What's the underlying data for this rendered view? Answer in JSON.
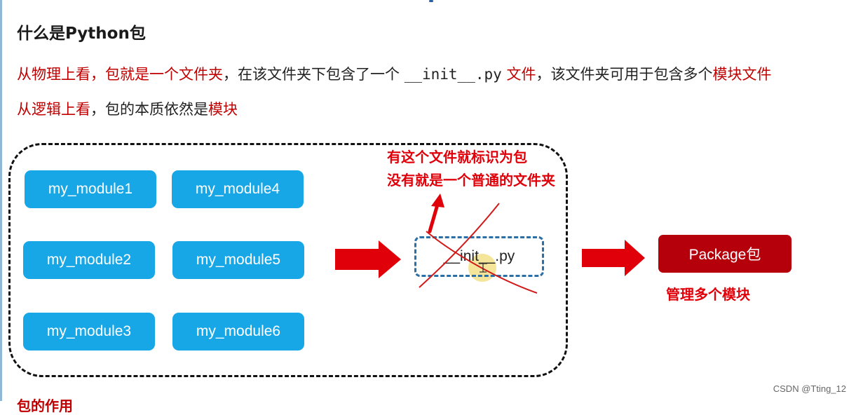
{
  "slide": {
    "title": "什么是Python包",
    "line1": {
      "t1": "从物理上看，包就是一个",
      "t2": "文件夹",
      "t3": "，在该文件夹下包含了一个 ",
      "t4": "__init__.py",
      "t5": " 文件",
      "t6": "，该文件夹可用于包含多个",
      "t7": "模块文件"
    },
    "line2": {
      "t1": "从逻辑上看",
      "t2": "，包的本质依然是",
      "t3": "模块"
    },
    "bottom_partial": "包的作用"
  },
  "diagram": {
    "modules": [
      "my_module1",
      "my_module4",
      "my_module2",
      "my_module5",
      "my_module3",
      "my_module6"
    ],
    "init_file": "__init__.py",
    "note_line1": "有这个文件就标识为包",
    "note_line2": "没有就是一个普通的文件夹",
    "package_label": "Package包",
    "package_caption": "管理多个模块"
  },
  "colors": {
    "module_blue": "#18a7e6",
    "arrow_red": "#e0000a",
    "package_red": "#b5000c",
    "emphasis_red": "#c00000"
  },
  "watermark": "CSDN @Tting_12"
}
